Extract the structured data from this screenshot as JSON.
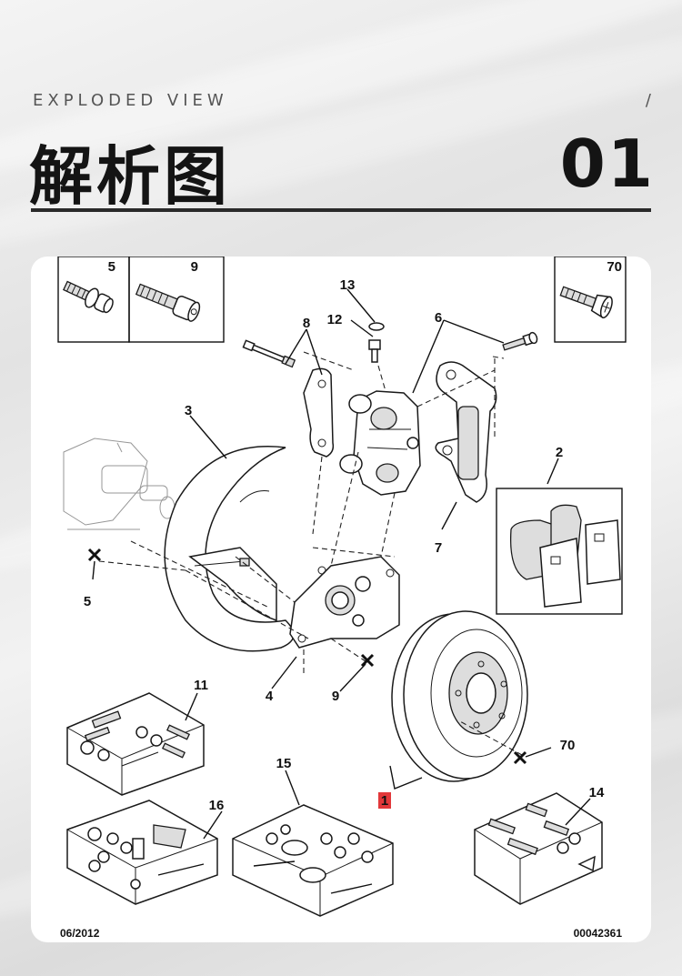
{
  "header": {
    "subtitle": "EXPLODED VIEW",
    "slash": "/",
    "title": "解析图",
    "number": "01"
  },
  "diagram": {
    "callouts": {
      "c1": "1",
      "c2": "2",
      "c3": "3",
      "c4": "4",
      "c5": "5",
      "c6": "6",
      "c7": "7",
      "c8": "8",
      "c9": "9",
      "c11": "11",
      "c12": "12",
      "c13": "13",
      "c14": "14",
      "c15": "15",
      "c16": "16",
      "c70": "70"
    },
    "inset_labels": {
      "i5": "5",
      "i9": "9",
      "i70": "70"
    },
    "footer_date": "06/2012",
    "footer_code": "00042361",
    "highlight_color": "#e2383a"
  }
}
